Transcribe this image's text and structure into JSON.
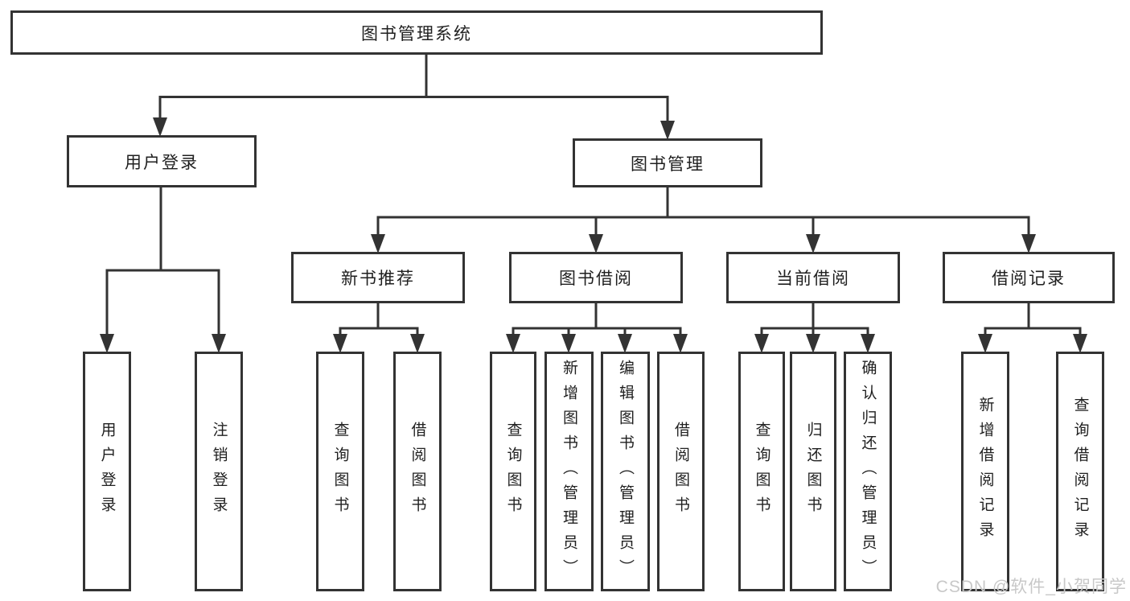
{
  "diagram": {
    "title": "图书管理系统",
    "colors": {
      "line": "#333333",
      "text": "#1f1f1f",
      "background": "#ffffff",
      "watermark": "#c8c8c8"
    },
    "nodes": [
      {
        "id": "root",
        "label": "图书管理系统",
        "parent": null
      },
      {
        "id": "user-login",
        "label": "用户登录",
        "parent": "root"
      },
      {
        "id": "book-management",
        "label": "图书管理",
        "parent": "root"
      },
      {
        "id": "new-book-recommend",
        "label": "新书推荐",
        "parent": "book-management"
      },
      {
        "id": "book-borrowing",
        "label": "图书借阅",
        "parent": "book-management"
      },
      {
        "id": "current-borrowing",
        "label": "当前借阅",
        "parent": "book-management"
      },
      {
        "id": "borrowing-records",
        "label": "借阅记录",
        "parent": "book-management"
      },
      {
        "id": "user-login-leaf",
        "label": "用户登录",
        "parent": "user-login"
      },
      {
        "id": "logout-leaf",
        "label": "注销登录",
        "parent": "user-login"
      },
      {
        "id": "search-books-a",
        "label": "查询图书",
        "parent": "new-book-recommend"
      },
      {
        "id": "borrow-books-a",
        "label": "借阅图书",
        "parent": "new-book-recommend"
      },
      {
        "id": "search-books-b",
        "label": "查询图书",
        "parent": "book-borrowing"
      },
      {
        "id": "add-book-admin",
        "label": "新增图书（管理员）",
        "parent": "book-borrowing"
      },
      {
        "id": "edit-book-admin",
        "label": "编辑图书（管理员）",
        "parent": "book-borrowing"
      },
      {
        "id": "borrow-books-b",
        "label": "借阅图书",
        "parent": "book-borrowing"
      },
      {
        "id": "search-books-c",
        "label": "查询图书",
        "parent": "current-borrowing"
      },
      {
        "id": "return-books",
        "label": "归还图书",
        "parent": "current-borrowing"
      },
      {
        "id": "confirm-return-admin",
        "label": "确认归还（管理员）",
        "parent": "current-borrowing"
      },
      {
        "id": "add-borrow-record",
        "label": "新增借阅记录",
        "parent": "borrowing-records"
      },
      {
        "id": "search-borrow-record",
        "label": "查询借阅记录",
        "parent": "borrowing-records"
      }
    ]
  },
  "watermark": {
    "text": "CSDN @软件_小贺同学"
  }
}
